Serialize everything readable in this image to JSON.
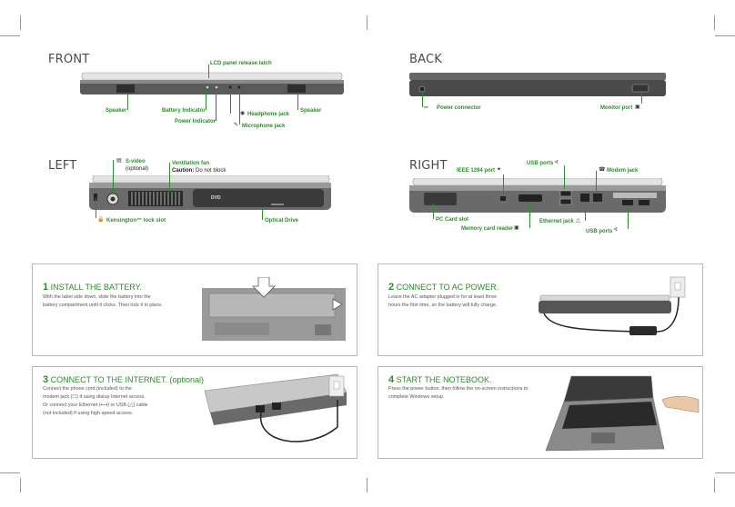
{
  "sections": {
    "front": "FRONT",
    "back": "BACK",
    "left": "LEFT",
    "right": "RIGHT"
  },
  "front": {
    "lcd_latch": "LCD panel release latch",
    "speaker_left": "Speaker",
    "battery_indicator": "Battery Indicator",
    "power_indicator": "Power Indicator",
    "headphone_jack": "Headphone jack",
    "microphone_jack": "Microphone jack",
    "speaker_right": "Speaker"
  },
  "back": {
    "power_connector": "Power connector",
    "monitor_port": "Monitor port"
  },
  "left": {
    "s_video": "S-video",
    "s_video_note": "(optional)",
    "ventilation_fan": "Ventilation fan",
    "caution_label": "Caution:",
    "caution_text": "Do not block",
    "kensington": "Kensington™ lock slot",
    "optical_drive": "Optical Drive",
    "dvd_logo": "DVD"
  },
  "right": {
    "ieee1394": "IEEE 1394 port",
    "usb_ports_top": "USB ports",
    "modem_jack": "Modem jack",
    "pc_card": "PC Card slot",
    "memory_card": "Memory card reader",
    "ethernet": "Ethernet jack",
    "usb_ports_bottom": "USB ports"
  },
  "steps": [
    {
      "number": "1",
      "title": "INSTALL THE BATTERY.",
      "lines": [
        "With the label side down, slide the battery into the",
        "battery compartment until it clicks. Then lock it in place."
      ]
    },
    {
      "number": "2",
      "title": "CONNECT TO AC POWER.",
      "lines": [
        "Leave the AC adapter plugged in for at least three",
        "hours the first time, so the battery will fully charge."
      ]
    },
    {
      "number": "3",
      "title": "CONNECT TO THE INTERNET. (optional)",
      "lines": [
        "Connect the phone cord (included) to the",
        "modem jack (☐) if using dialup Internet access.",
        "Or connect your Ethernet (⟷) or USB (△) cable",
        "(not included) if using high-speed access."
      ]
    },
    {
      "number": "4",
      "title": "START THE NOTEBOOK.",
      "lines": [
        "Press the power button, then follow the on-screen instructions to",
        "complete Windows setup."
      ]
    }
  ],
  "icons": [
    "tv-icon",
    "lock-icon",
    "headphone-icon",
    "microphone-icon",
    "usb-icon",
    "phone-icon",
    "network-icon",
    "monitor-icon",
    "ieee-icon",
    "power-connector-icon"
  ],
  "colors": {
    "accent": "#2f8a2f",
    "section_text": "#4a4a4a",
    "box_border": "#b8b8b8"
  }
}
